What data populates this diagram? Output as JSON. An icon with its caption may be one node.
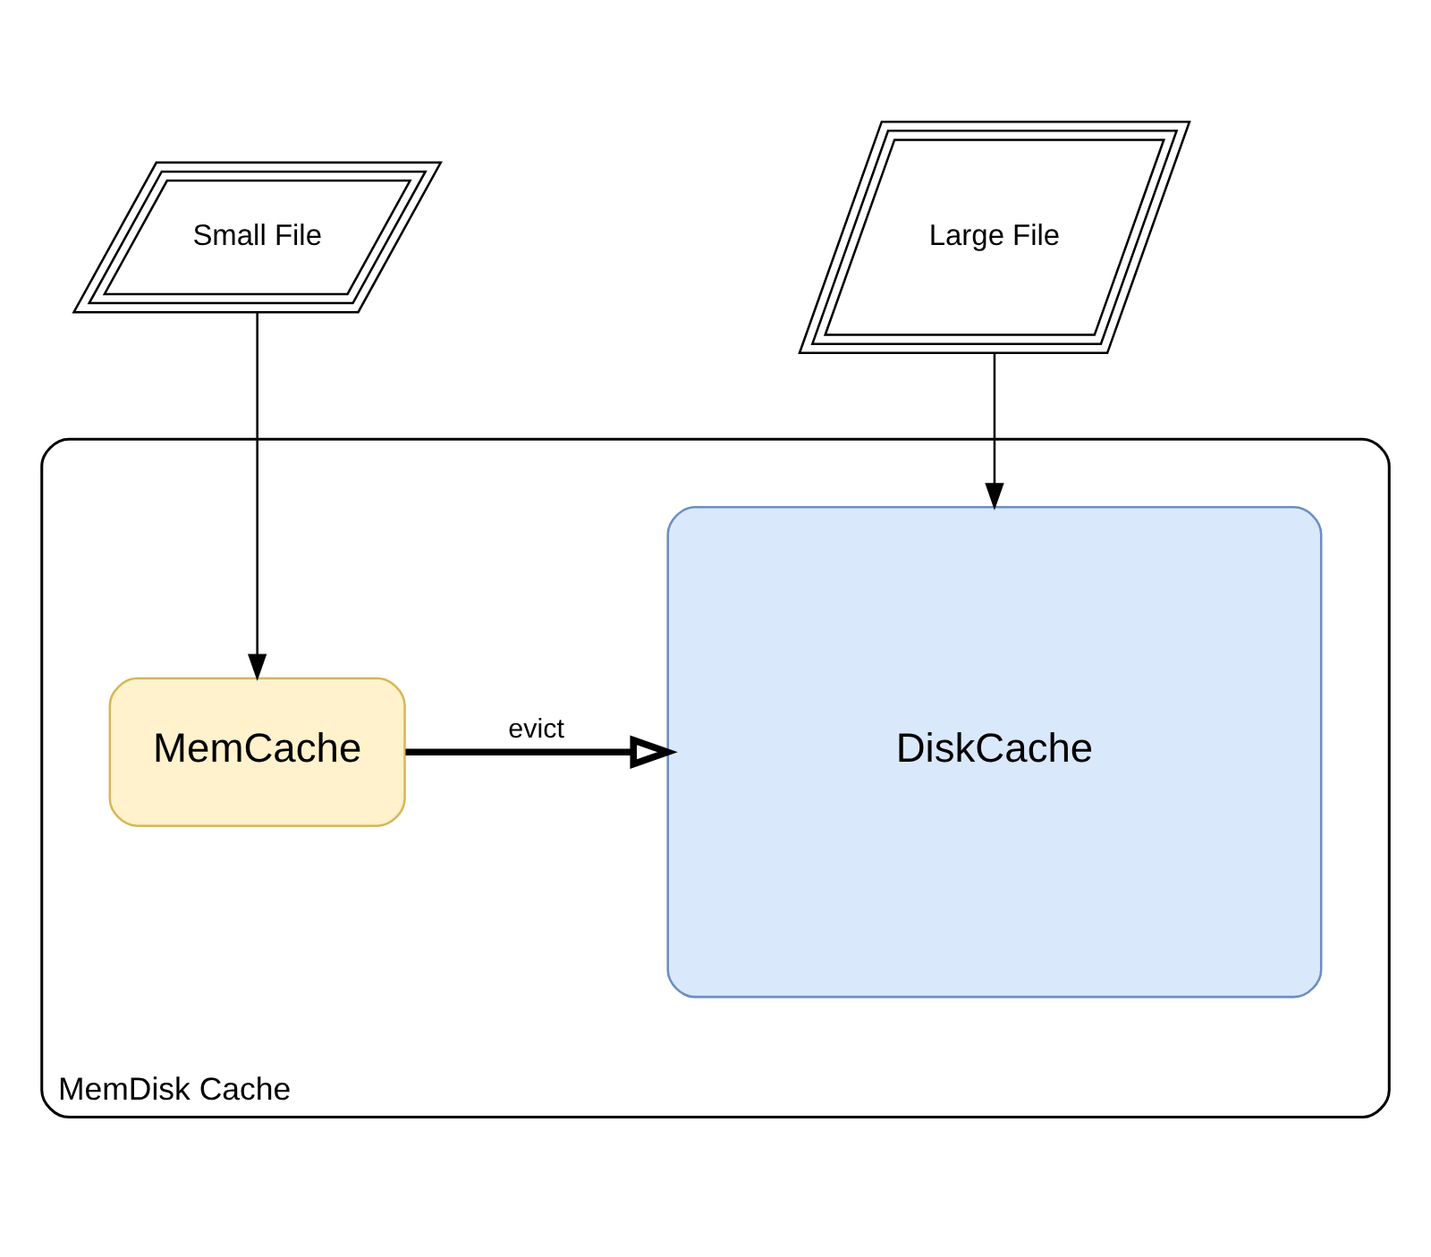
{
  "diagram": {
    "nodes": [
      {
        "text": [
          "MemDisk Cache"
        ]
      },
      {
        "text": [
          "MemCache"
        ],
        "in": 0
      },
      {
        "text": [
          "DiskCache"
        ],
        "in": 0
      },
      {
        "text": [
          "Small File"
        ]
      },
      {
        "text": [
          "Large File"
        ]
      }
    ],
    "edges": [
      {
        "from": 3,
        "to": 1,
        "arrow": "to"
      },
      {
        "from": 4,
        "to": 2,
        "arrow": "to"
      },
      {
        "from": 1,
        "to": 2,
        "arrow": "to",
        "label": "evict",
        "style": "thick"
      }
    ]
  }
}
